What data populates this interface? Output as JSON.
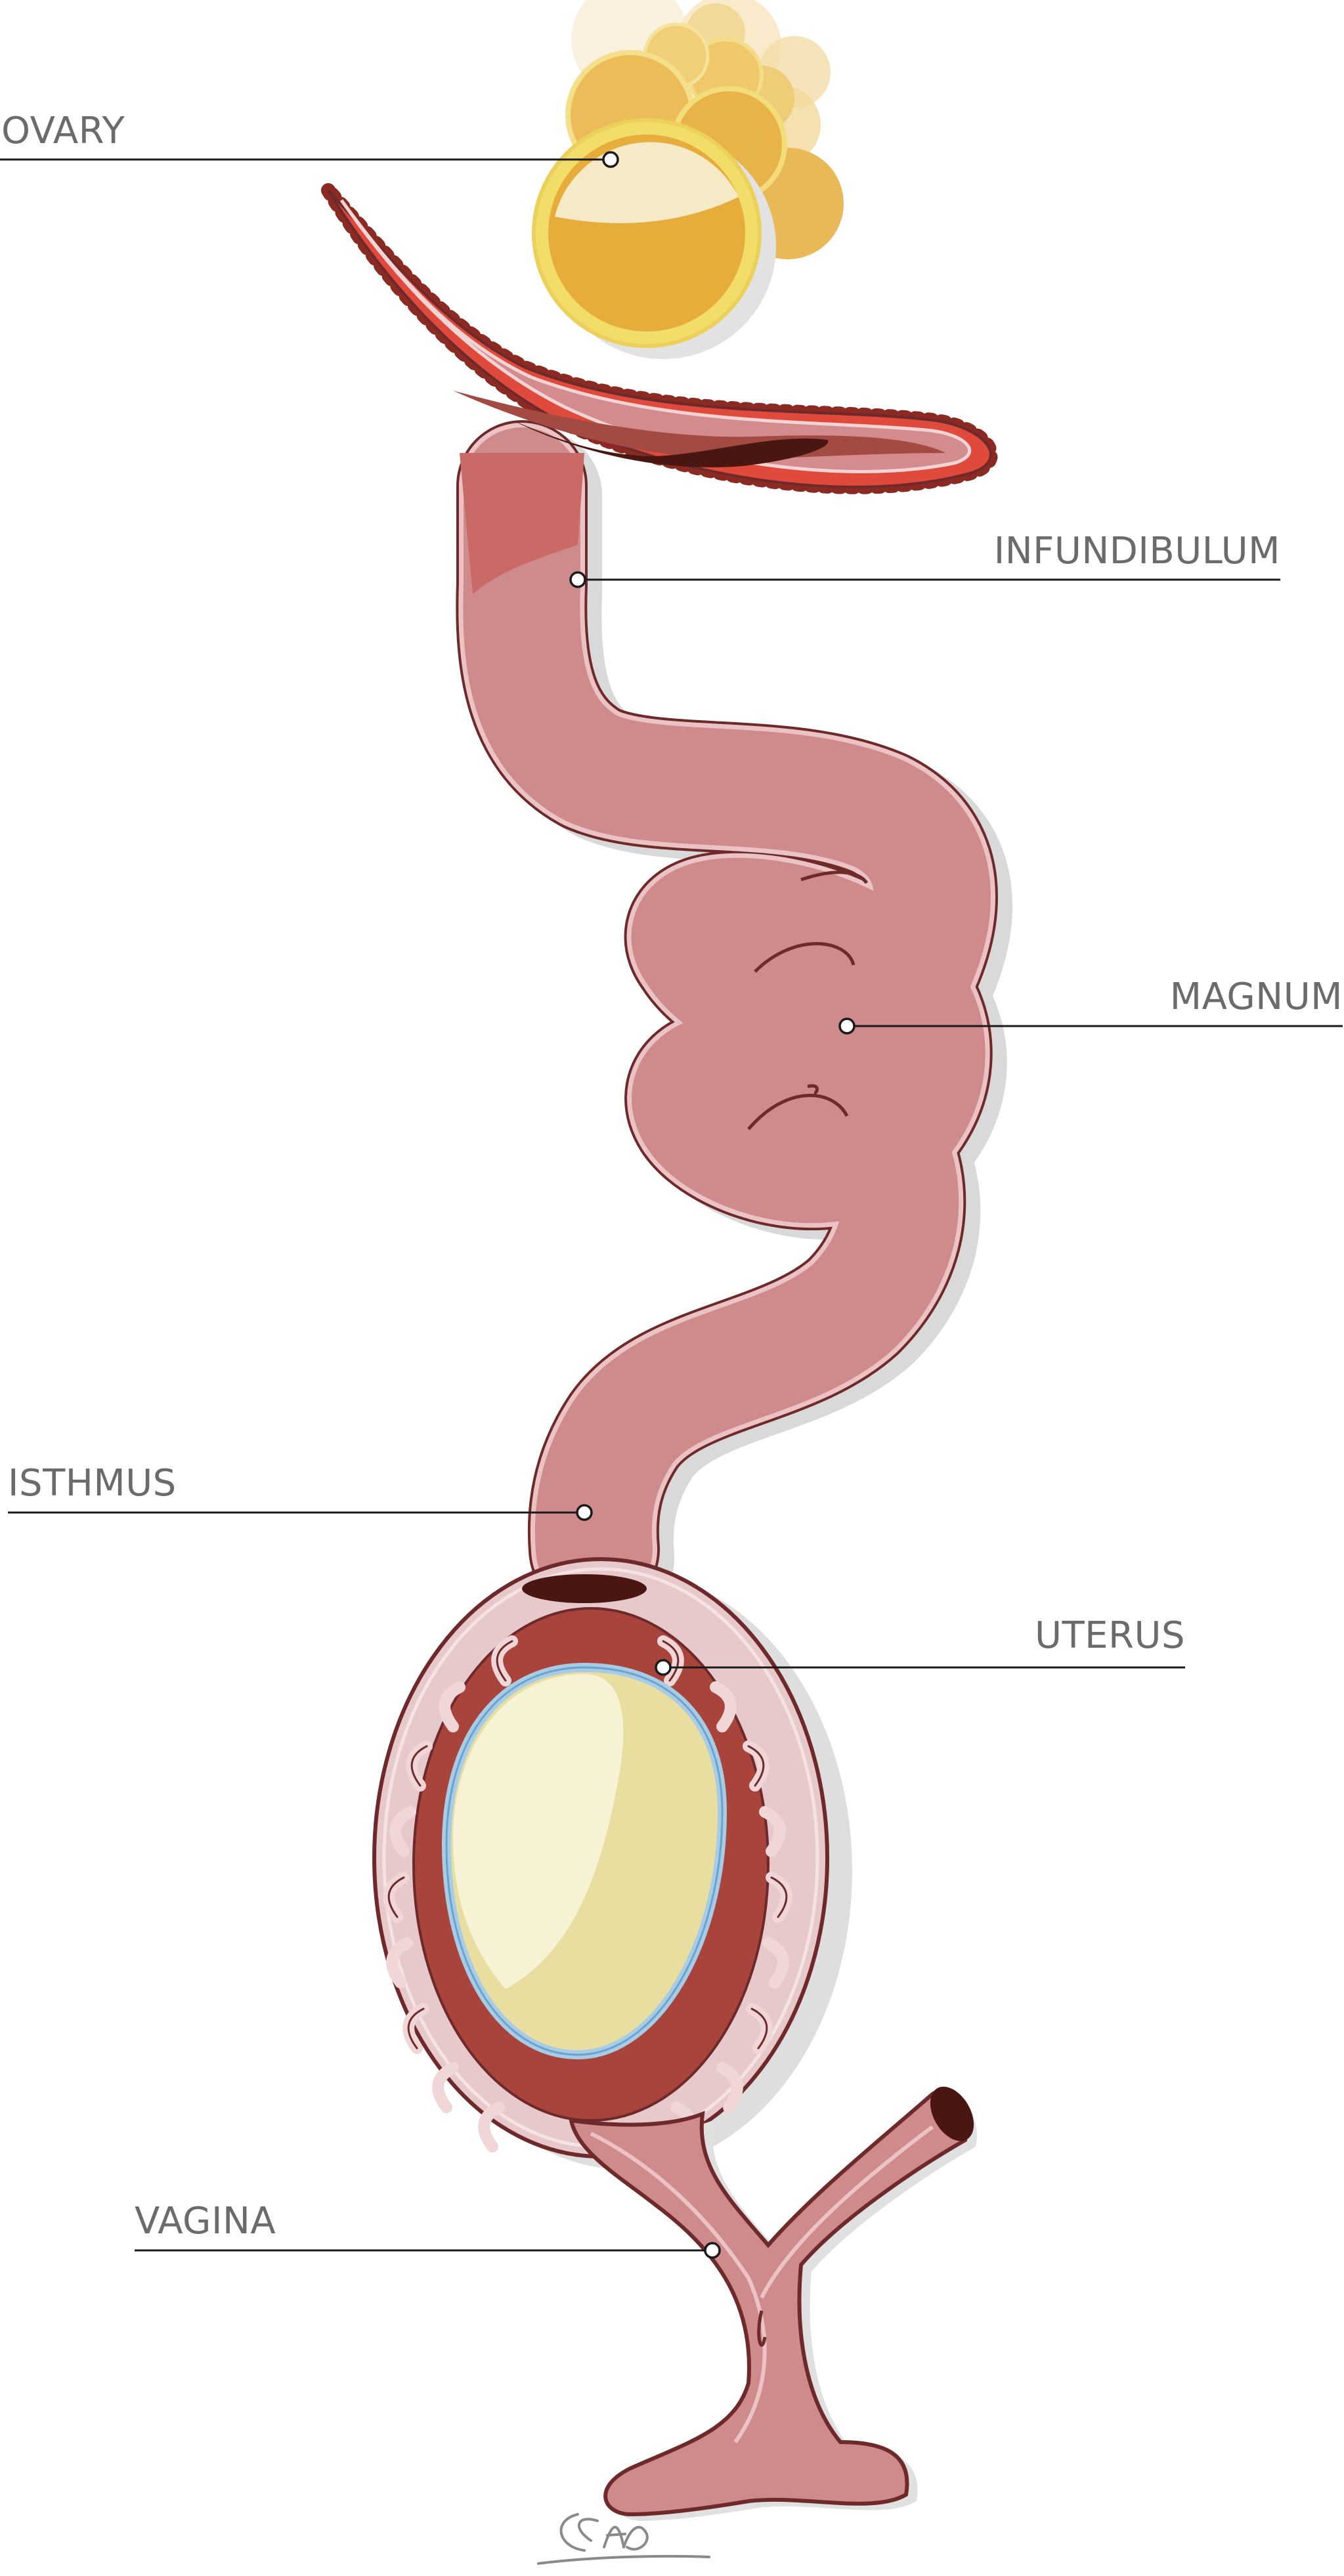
{
  "diagram": {
    "labels": {
      "ovary": "OVARY",
      "infundibulum": "INFUNDIBULUM",
      "magnum": "MAGNUM",
      "isthmus": "ISTHMUS",
      "uterus": "UTERUS",
      "vagina": "VAGINA"
    },
    "colors": {
      "oviduct": "#cf8a8c",
      "oviduct_outline": "#6e2a2a",
      "fimbriae": "#e04a3c",
      "uterus_wall": "#a8443b",
      "uterus_outer": "#e8c9cb",
      "ovary_yolk": "#e6ad3a",
      "ovary_rim": "#f2dc6a",
      "egg_shell": "#ece29c",
      "egg_membrane": "#a9cce6",
      "label_text": "#6b6b6b"
    }
  }
}
